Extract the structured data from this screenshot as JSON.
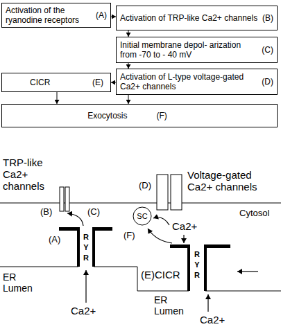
{
  "diagram": {
    "nodes": [
      {
        "text": [
          "Activation of the ryanodine receptors",
          "(A)"
        ]
      },
      {
        "text": [
          "Activation of TRP-like Ca2+ channels",
          "(B)"
        ]
      },
      {
        "text": [
          "Initial membrane depol- arization from -70 to - 40 mV",
          "(C)"
        ]
      },
      {
        "text": [
          "Activation of L-type voltage-gated Ca2+ channels",
          "(D)"
        ]
      },
      {
        "text": [
          "CICR",
          "(E)"
        ]
      },
      {
        "text": [
          "Exocytosis",
          "(F)"
        ]
      },
      {
        "text": [
          "SC"
        ]
      }
    ],
    "edges": [
      {
        "from": 0,
        "to": 1,
        "arrow": "to"
      },
      {
        "from": 1,
        "to": 2,
        "arrow": "to"
      },
      {
        "from": 2,
        "to": 3,
        "arrow": "to"
      },
      {
        "from": 3,
        "to": 4,
        "arrow": "to"
      },
      {
        "from": 4,
        "to": 5,
        "arrow": "to"
      },
      {
        "from": 3,
        "to": 5,
        "arrow": "to"
      }
    ],
    "labels": [
      "TRP-like Ca2+ channels",
      "Voltage-gated Ca2+ channels",
      "(B)",
      "(C)",
      "(D)",
      "Cytosol",
      "Ca2+",
      "(F)",
      "(A)",
      "R",
      "Y",
      "R",
      "(E)CICR",
      "R",
      "Y",
      "R",
      "ER Lumen",
      "Ca2+",
      "ER Lumen",
      "Ca2+"
    ]
  }
}
